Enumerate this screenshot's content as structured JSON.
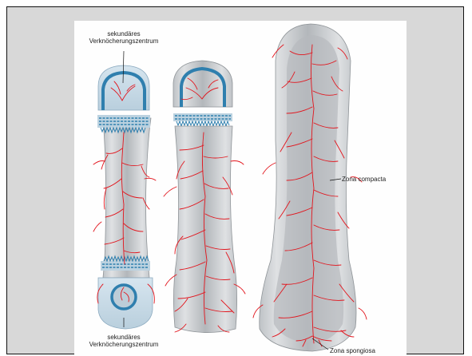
{
  "labels": {
    "secondary_top_line1": "sekundäres",
    "secondary_top_line2": "Verknöcherungszentrum",
    "secondary_bottom_line1": "sekundäres",
    "secondary_bottom_line2": "Verknöcherungszentrum",
    "compacta": "Zona compacta",
    "spongiosa": "Zona spongiosa"
  },
  "colors": {
    "background": "#d8d8d8",
    "panel": "#fefefe",
    "cortex": "#c4c7cb",
    "medulla": "#b4b7bb",
    "cartilage": "#c8dae6",
    "ossification_center": "#2f7fae",
    "vessels": "#e2141c",
    "leader_lines": "#111111"
  },
  "icons": [
    "bone-early-stage",
    "bone-middle-stage",
    "bone-adult-stage"
  ]
}
